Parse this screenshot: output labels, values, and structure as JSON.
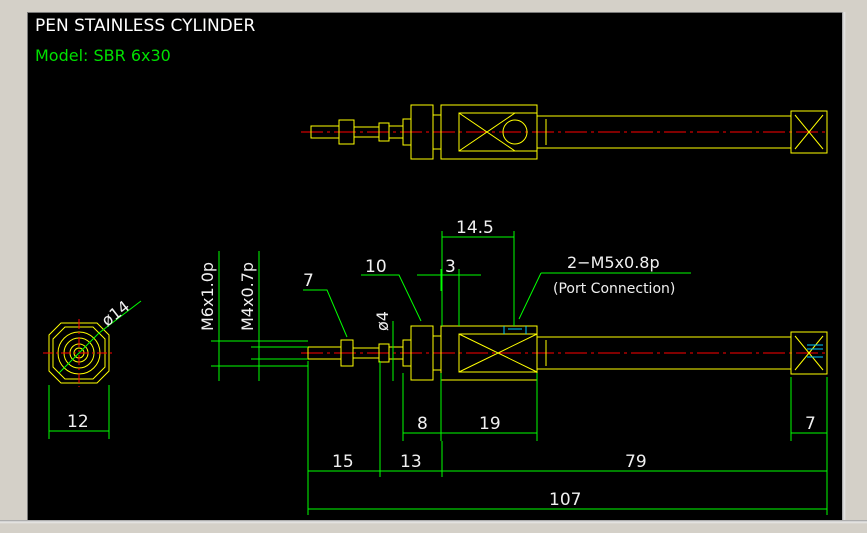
{
  "title": "PEN STAINLESS CYLINDER",
  "model": "Model: SBR  6x30",
  "colors": {
    "background": "#000000",
    "part_outline": "#ffff00",
    "dimension": "#00ff00",
    "centerline": "#ff0000",
    "frame": "#d4d0c8"
  },
  "dimensions": {
    "d14_5": "14.5",
    "d10": "10",
    "d3": "3",
    "d7_top": "7",
    "port": "2−M5x0.8p",
    "port_note": "(Port Connection)",
    "thread_m6": "M6x1.0p",
    "thread_m4": "M4x0.7p",
    "dia4": "ø4",
    "dia14": "ø14",
    "d12": "12",
    "d8": "8",
    "d19": "19",
    "d7_right": "7",
    "d15": "15",
    "d13": "13",
    "d79": "79",
    "d107": "107"
  }
}
